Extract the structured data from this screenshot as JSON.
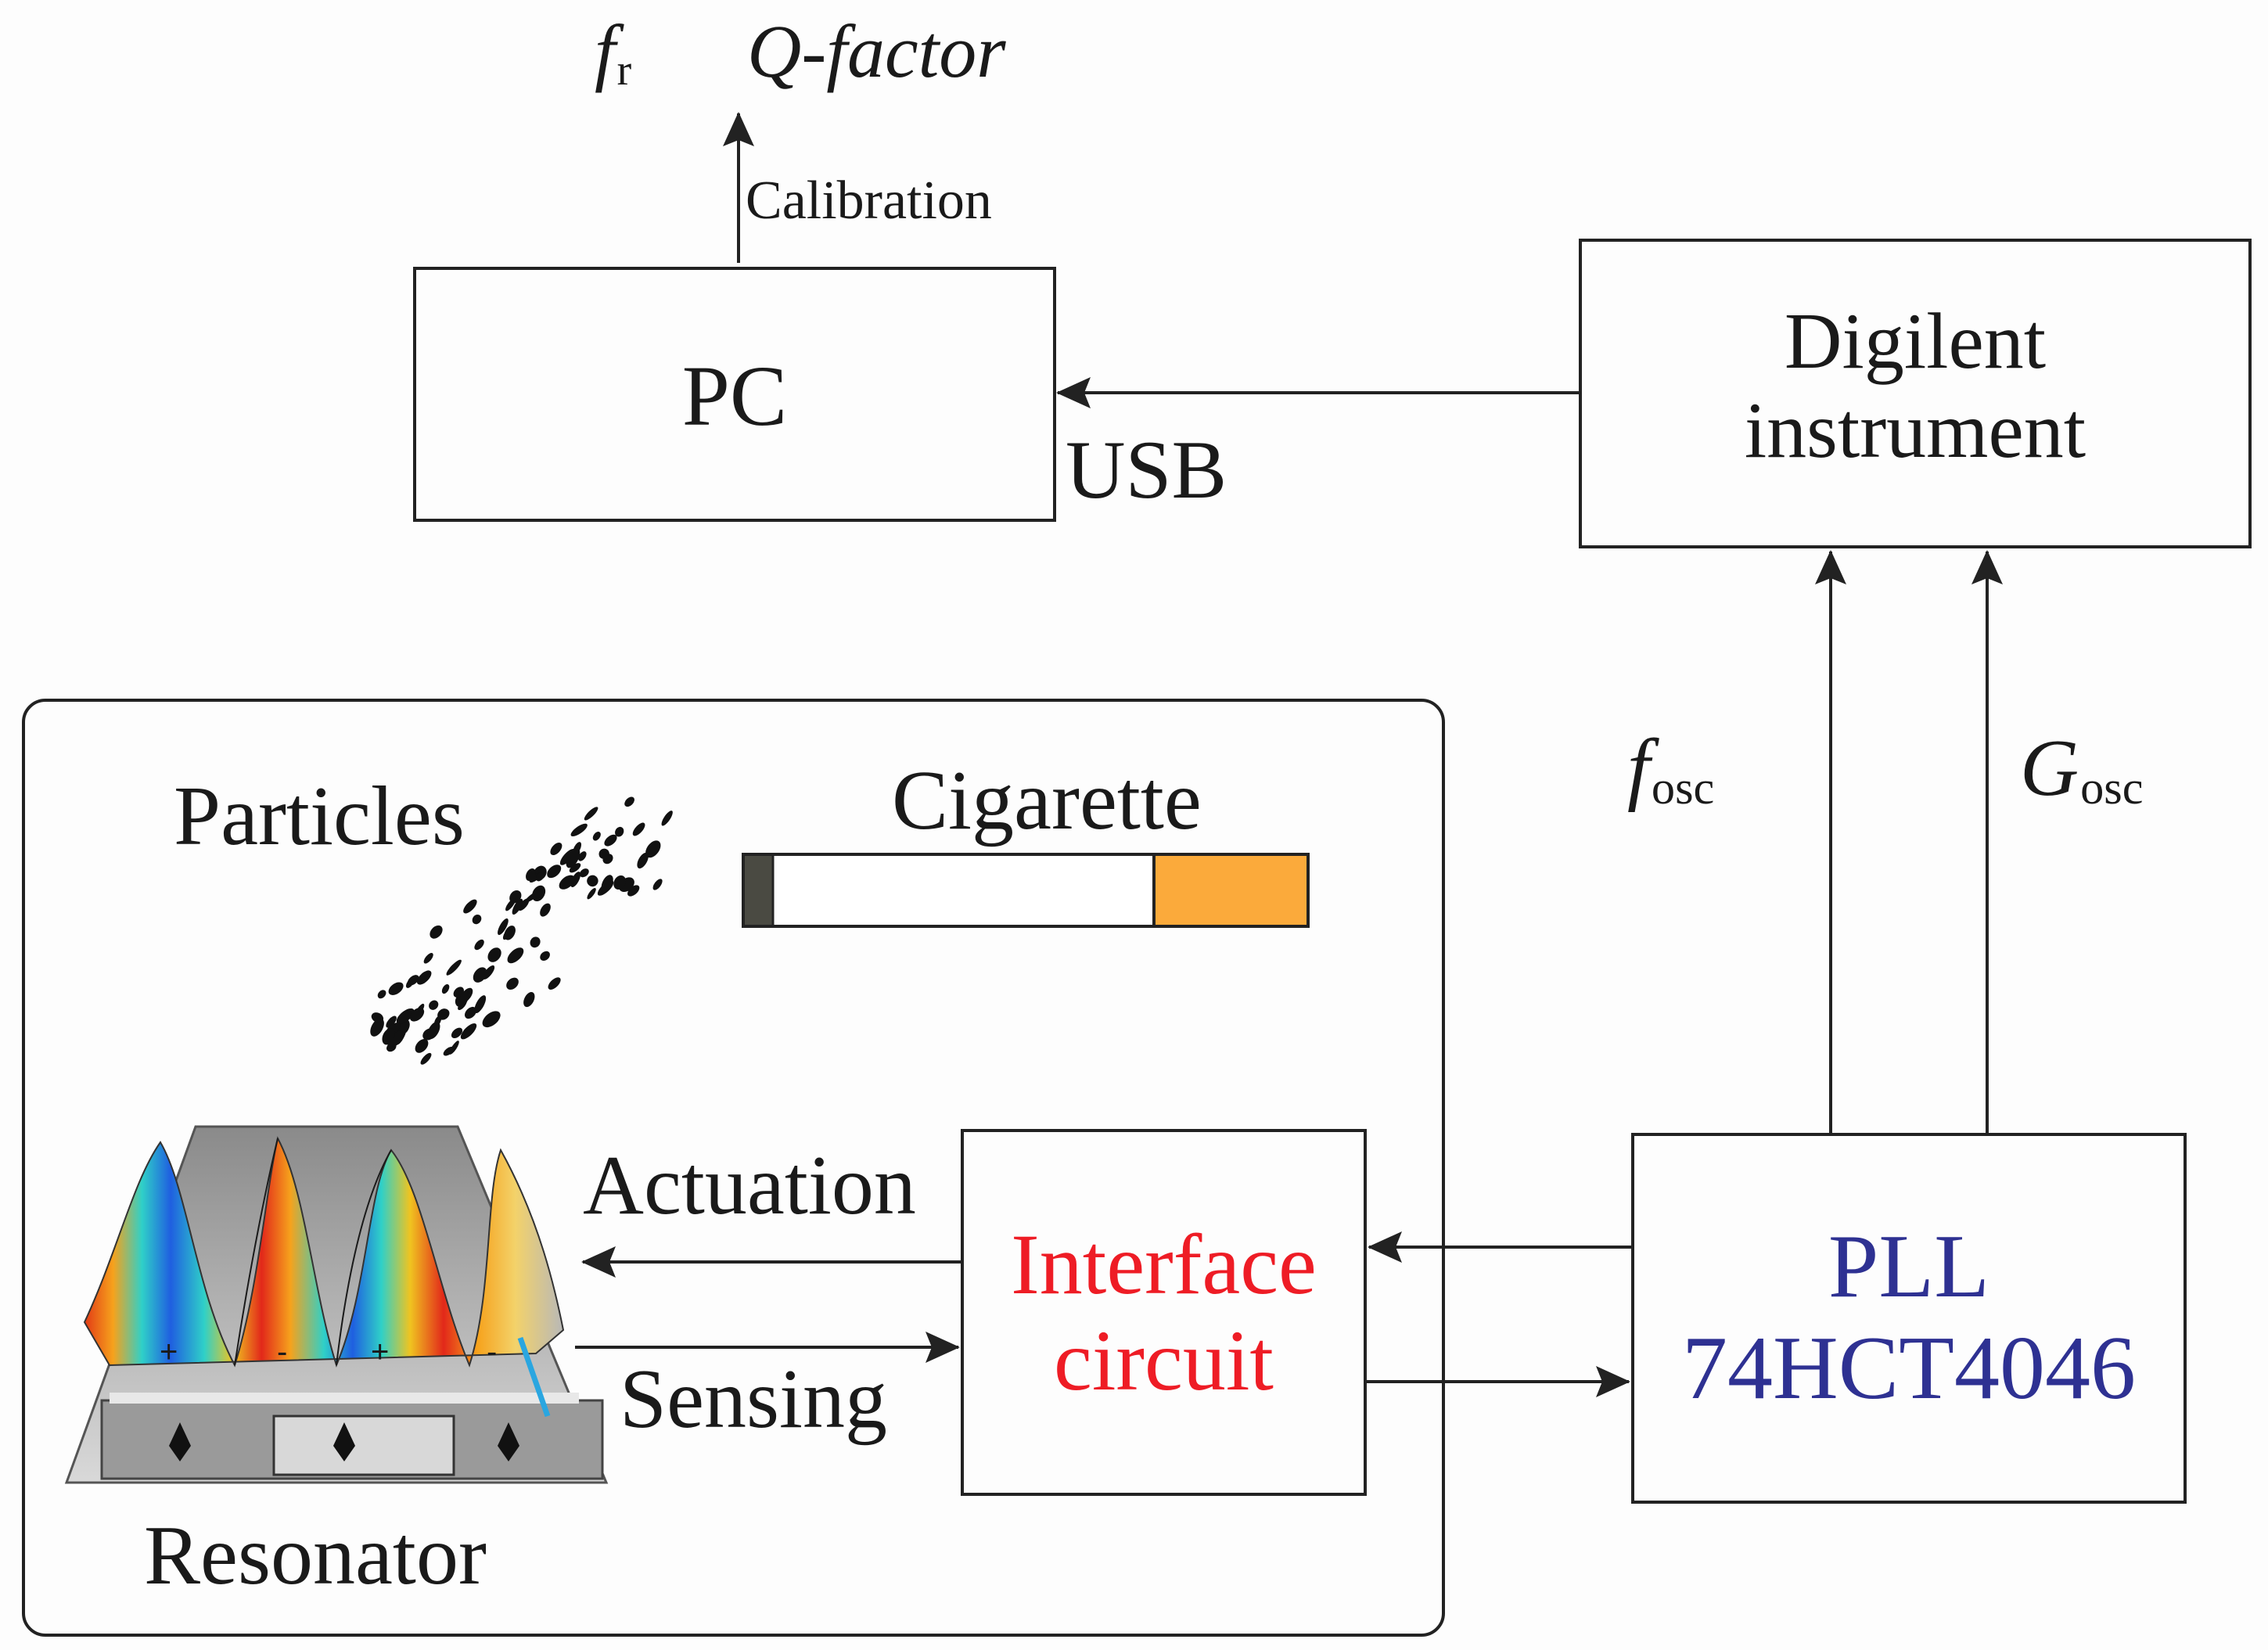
{
  "outputs": {
    "fr_symbol": "f",
    "fr_subscript": "r",
    "qfactor": "Q-factor"
  },
  "calibration": "Calibration",
  "pc": {
    "label": "PC"
  },
  "usb": "USB",
  "digilent": {
    "line1": "Digilent",
    "line2": "instrument"
  },
  "fosc": {
    "symbol": "f",
    "subscript": "osc"
  },
  "gosc": {
    "symbol": "G",
    "subscript": "osc"
  },
  "sensor_panel": {
    "particles": "Particles",
    "cigarette": "Cigarette",
    "actuation": "Actuation",
    "sensing": "Sensing",
    "resonator": "Resonator",
    "electrode_signs": [
      "+",
      "-",
      "+",
      "-"
    ]
  },
  "interface": {
    "line1": "Interface",
    "line2": "circuit"
  },
  "pll": {
    "line1": "PLL",
    "line2": "74HCT4046"
  },
  "colors": {
    "interface_text": "#ee1c25",
    "pll_text": "#2e3192",
    "cigarette_filter": "#fbaa3b",
    "cigarette_ash": "#4a4a42",
    "line": "#222222"
  }
}
